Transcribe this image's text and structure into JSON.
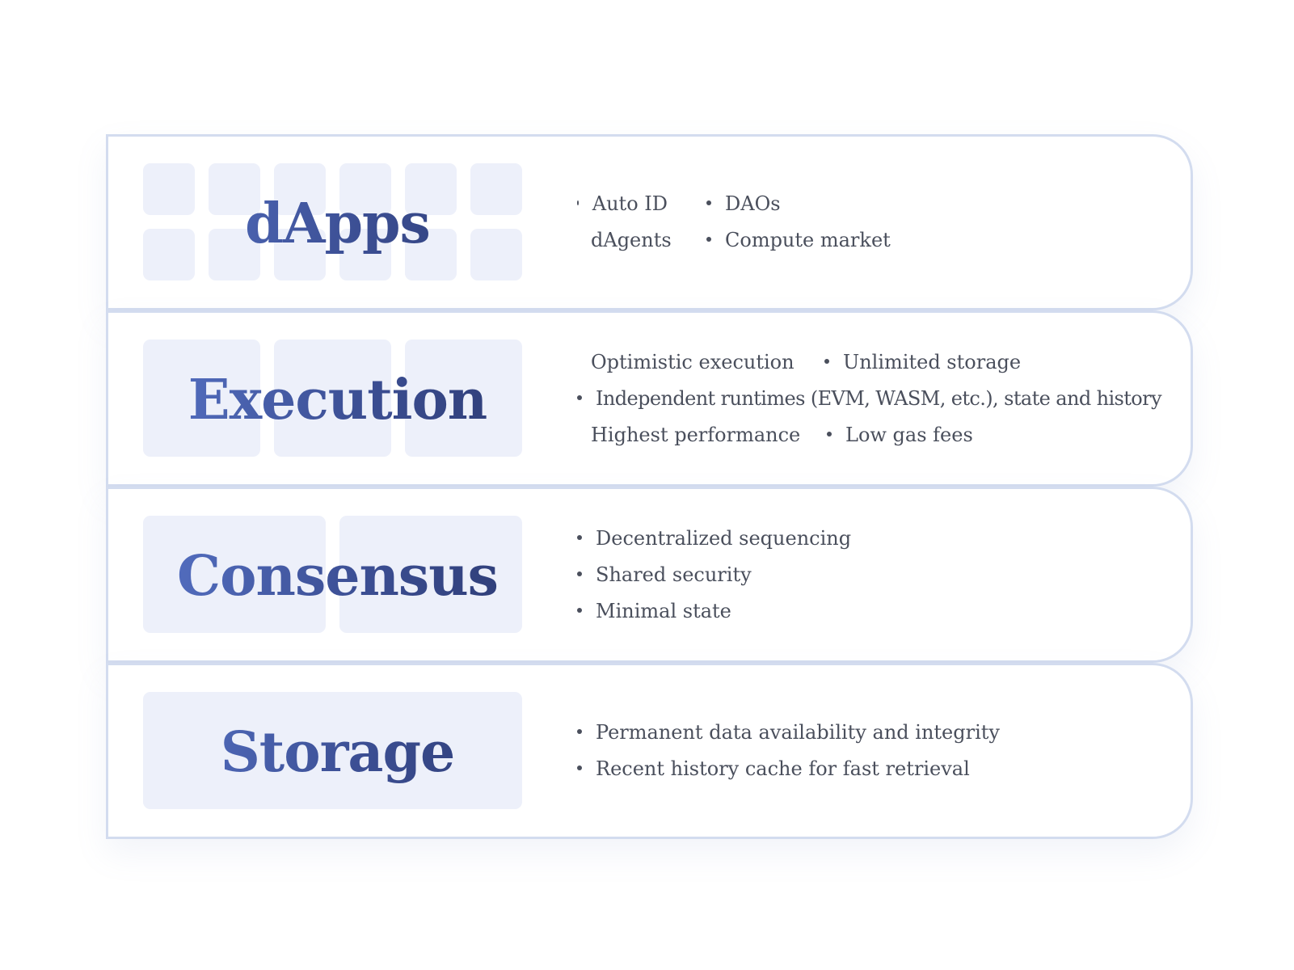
{
  "colors": {
    "layer_border": "#d3dcef",
    "tile_fill": "#edf0fa",
    "title_gradient_start": "#5672c6",
    "title_gradient_end": "#2d3b73",
    "text": "#4a4f5c"
  },
  "layers": [
    {
      "title": "dApps",
      "rows": [
        [
          "Auto ID",
          "DAOs"
        ],
        [
          "dAgents",
          "Compute market"
        ]
      ]
    },
    {
      "title": "Execution",
      "rows": [
        [
          "Optimistic execution",
          "Unlimited storage"
        ],
        [
          "Independent runtimes (EVM, WASM, etc.), state and history"
        ],
        [
          "Highest performance",
          "Low gas fees"
        ]
      ]
    },
    {
      "title": "Consensus",
      "rows": [
        [
          "Decentralized sequencing"
        ],
        [
          "Shared security"
        ],
        [
          "Minimal state"
        ]
      ]
    },
    {
      "title": "Storage",
      "rows": [
        [
          "Permanent data availability and integrity"
        ],
        [
          "Recent history cache for fast retrieval"
        ]
      ]
    }
  ]
}
